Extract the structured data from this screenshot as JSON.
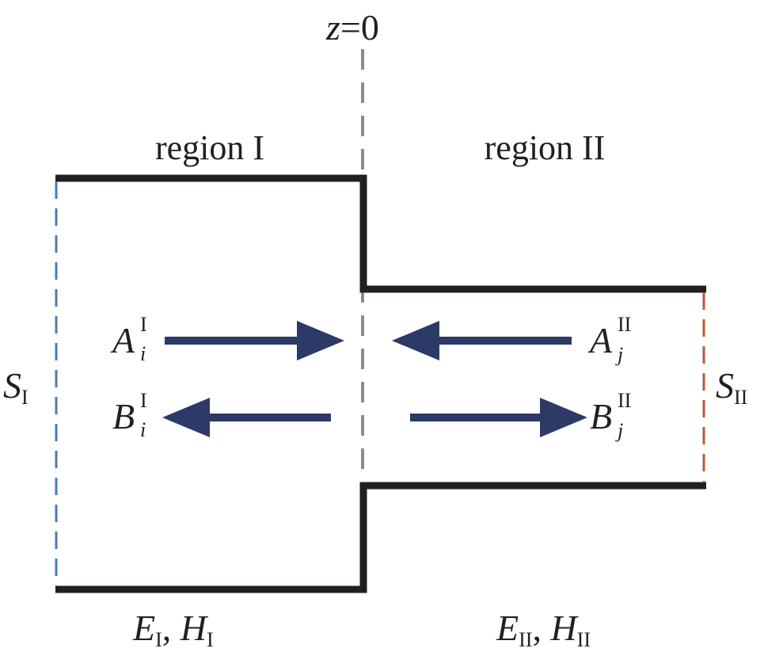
{
  "interface_label": {
    "var": "z",
    "eq": "=0"
  },
  "regions": [
    {
      "id": "region-1",
      "label": "region I"
    },
    {
      "id": "region-2",
      "label": "region II"
    }
  ],
  "surfaces": [
    {
      "id": "s1",
      "symbol": "S",
      "subscript": "I",
      "color": "#4a7ab5"
    },
    {
      "id": "s2",
      "symbol": "S",
      "subscript": "II",
      "color": "#b85a34"
    }
  ],
  "mode_amplitudes": [
    {
      "id": "a-region-1",
      "symbol": "A",
      "superscript": "I",
      "index": "i",
      "direction": "right"
    },
    {
      "id": "b-region-1",
      "symbol": "B",
      "superscript": "I",
      "index": "i",
      "direction": "left"
    },
    {
      "id": "a-region-2",
      "symbol": "A",
      "superscript": "II",
      "index": "j",
      "direction": "left"
    },
    {
      "id": "b-region-2",
      "symbol": "B",
      "superscript": "II",
      "index": "j",
      "direction": "right"
    }
  ],
  "fields": [
    {
      "id": "fields-region-1",
      "e": "E",
      "h": "H",
      "subscript": "I",
      "sep": ", "
    },
    {
      "id": "fields-region-2",
      "e": "E",
      "h": "H",
      "subscript": "II",
      "sep": ", "
    }
  ],
  "colors": {
    "waveguide_wall": "#231f20",
    "arrow": "#2b3a67",
    "interface_line": "#8c8c8c"
  }
}
